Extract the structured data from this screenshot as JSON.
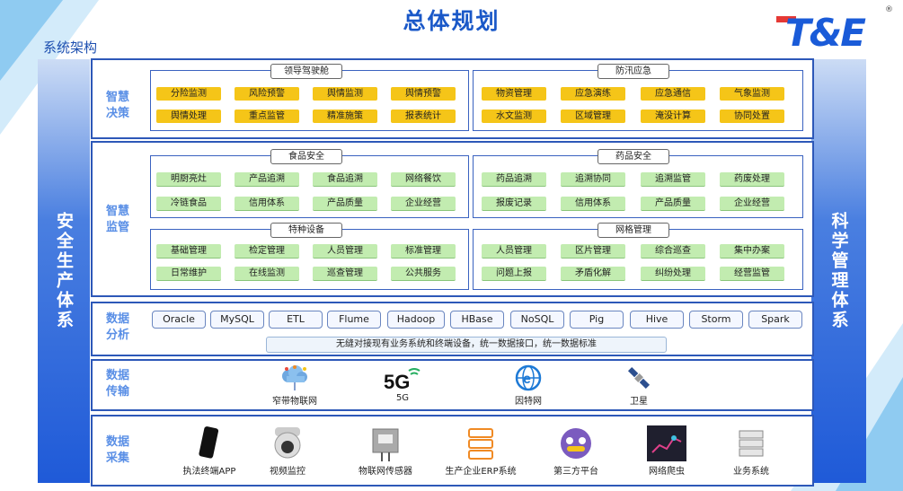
{
  "header": {
    "title": "总体规划",
    "subtitle": "系统架构"
  },
  "logo": {
    "text": "T&E",
    "reg": "®"
  },
  "sides": {
    "left": "安全生产体系",
    "right": "科学管理体系"
  },
  "decision": {
    "label": "智慧决策",
    "left": {
      "title": "领导驾驶舱",
      "items": [
        "分险监测",
        "风险预警",
        "舆情监测",
        "舆情预警",
        "舆情处理",
        "重点监管",
        "精准施策",
        "报表统计"
      ]
    },
    "right": {
      "title": "防汛应急",
      "items": [
        "物资管理",
        "应急演练",
        "应急通信",
        "气象监测",
        "水文监测",
        "区域管理",
        "淹没计算",
        "协同处置"
      ]
    }
  },
  "supervision": {
    "label": "智慧监管",
    "food": {
      "title": "食品安全",
      "items": [
        "明厨亮灶",
        "产品追溯",
        "食品追溯",
        "网络餐饮",
        "冷链食品",
        "信用体系",
        "产品质量",
        "企业经营"
      ]
    },
    "drug": {
      "title": "药品安全",
      "items": [
        "药品追溯",
        "追溯协同",
        "追溯监管",
        "药废处理",
        "报废记录",
        "信用体系",
        "产品质量",
        "企业经营"
      ]
    },
    "special": {
      "title": "特种设备",
      "items": [
        "基础管理",
        "检定管理",
        "人员管理",
        "标准管理",
        "日常维护",
        "在线监测",
        "巡查管理",
        "公共服务"
      ]
    },
    "grid": {
      "title": "网格管理",
      "items": [
        "人员管理",
        "区片管理",
        "综合巡查",
        "集中办案",
        "问题上报",
        "矛盾化解",
        "纠纷处理",
        "经营监管"
      ]
    }
  },
  "analysis": {
    "label": "数据分析",
    "tools": [
      "Oracle",
      "MySQL",
      "ETL",
      "Flume",
      "Hadoop",
      "HBase",
      "NoSQL",
      "Pig",
      "Hive",
      "Storm",
      "Spark"
    ],
    "note": "无缝对接现有业务系统和终端设备，统一数据接口，统一数据标准"
  },
  "transfer": {
    "label": "数据传输",
    "items": [
      {
        "label": "窄带物联网",
        "icon": "iot-cloud-icon"
      },
      {
        "label": "5G",
        "icon": "5g-icon"
      },
      {
        "label": "因特网",
        "icon": "internet-icon"
      },
      {
        "label": "卫星",
        "icon": "satellite-icon"
      }
    ],
    "fiveg_glyph": "5G"
  },
  "collect": {
    "label": "数据采集",
    "items": [
      {
        "label": "执法终端APP",
        "icon": "phone-icon"
      },
      {
        "label": "视频监控",
        "icon": "camera-icon"
      },
      {
        "label": "物联网传感器",
        "icon": "sensor-icon"
      },
      {
        "label": "生产企业ERP系统",
        "icon": "server-icon"
      },
      {
        "label": "第三方平台",
        "icon": "platform-icon"
      },
      {
        "label": "网络爬虫",
        "icon": "crawler-icon"
      },
      {
        "label": "业务系统",
        "icon": "database-icon"
      }
    ]
  },
  "colors": {
    "primary": "#1a58c8",
    "chip_yellow": "#f5c518",
    "chip_green": "#c2ecb0",
    "border": "#2d58b8"
  }
}
